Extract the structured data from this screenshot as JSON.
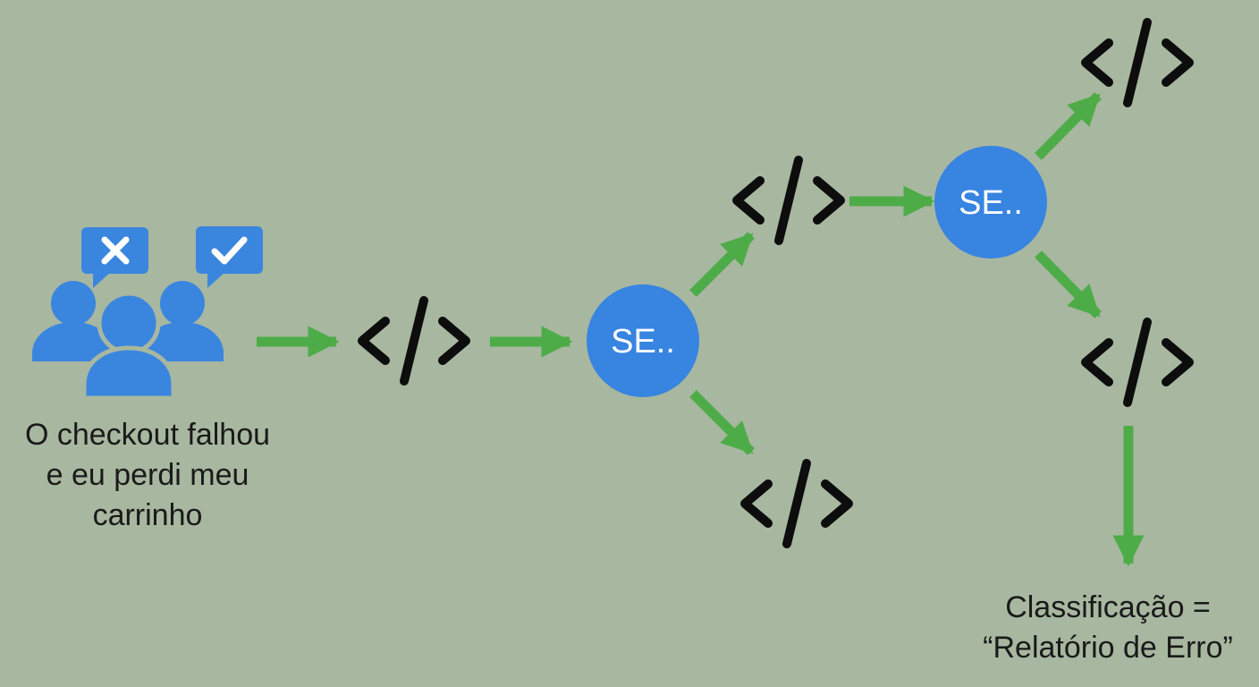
{
  "colors": {
    "background": "#a8b7a0",
    "user": "#3a86df",
    "decision": "#3784e1",
    "arrow": "#4dac48",
    "code": "#0d0d0d",
    "text": "#1a1a1a",
    "node_text": "#ffffff"
  },
  "icons": {
    "user_group": "users-icon",
    "reject": "x-icon",
    "accept": "check-icon",
    "code": "code-icon"
  },
  "user_message": {
    "lines": [
      "O checkout falhou",
      "e eu perdi meu",
      "carrinho"
    ]
  },
  "decision_nodes": [
    {
      "id": "decision-1",
      "label": "SE.."
    },
    {
      "id": "decision-2",
      "label": "SE.."
    }
  ],
  "code_nodes": [
    {
      "id": "code-1"
    },
    {
      "id": "code-2"
    },
    {
      "id": "code-3"
    },
    {
      "id": "code-4"
    },
    {
      "id": "code-5"
    }
  ],
  "result": {
    "lines": [
      "Classificação =",
      "“Relatório de Erro”"
    ]
  }
}
